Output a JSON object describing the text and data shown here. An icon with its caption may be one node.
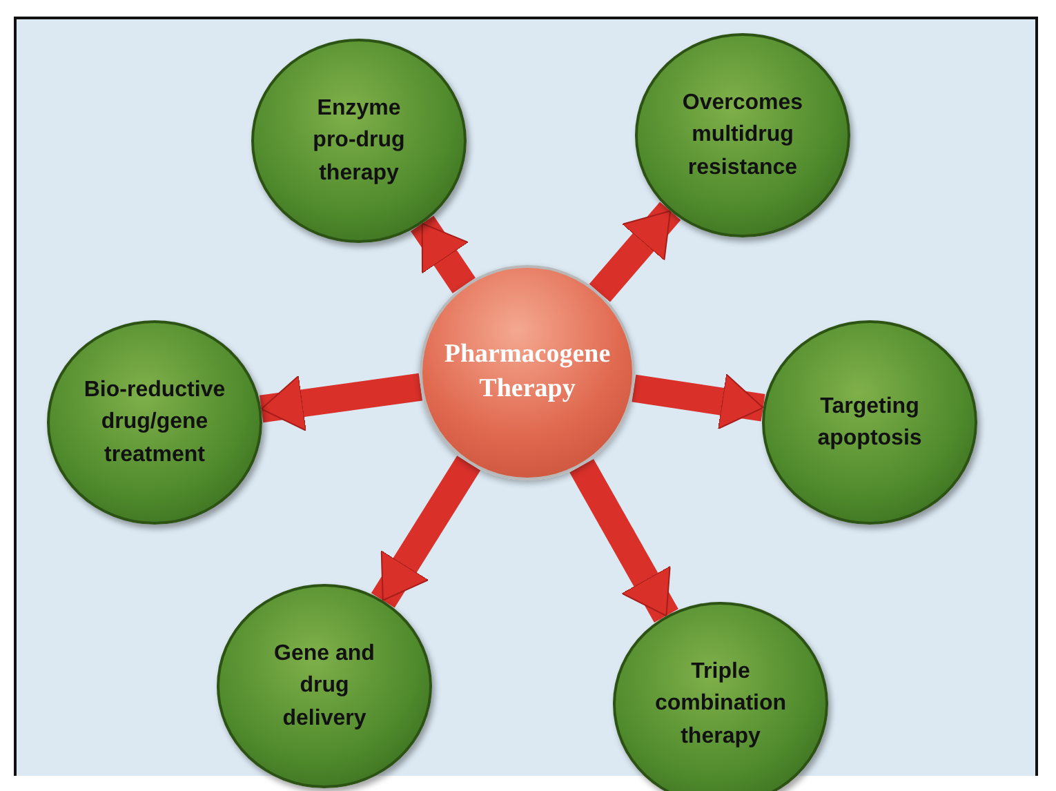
{
  "diagram": {
    "nodes": [
      {
        "text": [
          "Pharmacogene Therapy"
        ]
      },
      {
        "text": [
          "Enzyme pro-drug therapy"
        ]
      },
      {
        "text": [
          "Overcomes multidrug resistance"
        ]
      },
      {
        "text": [
          "Bio-reductive drug/gene treatment"
        ]
      },
      {
        "text": [
          "Targeting apoptosis"
        ]
      },
      {
        "text": [
          "Gene and drug delivery"
        ]
      },
      {
        "text": [
          "Triple combination therapy"
        ]
      }
    ],
    "edges": [
      {
        "from": 0,
        "to": 1,
        "arrow": "to"
      },
      {
        "from": 0,
        "to": 2,
        "arrow": "to"
      },
      {
        "from": 0,
        "to": 3,
        "arrow": "to"
      },
      {
        "from": 0,
        "to": 4,
        "arrow": "to"
      },
      {
        "from": 0,
        "to": 5,
        "arrow": "to"
      },
      {
        "from": 0,
        "to": 6,
        "arrow": "to"
      }
    ]
  }
}
